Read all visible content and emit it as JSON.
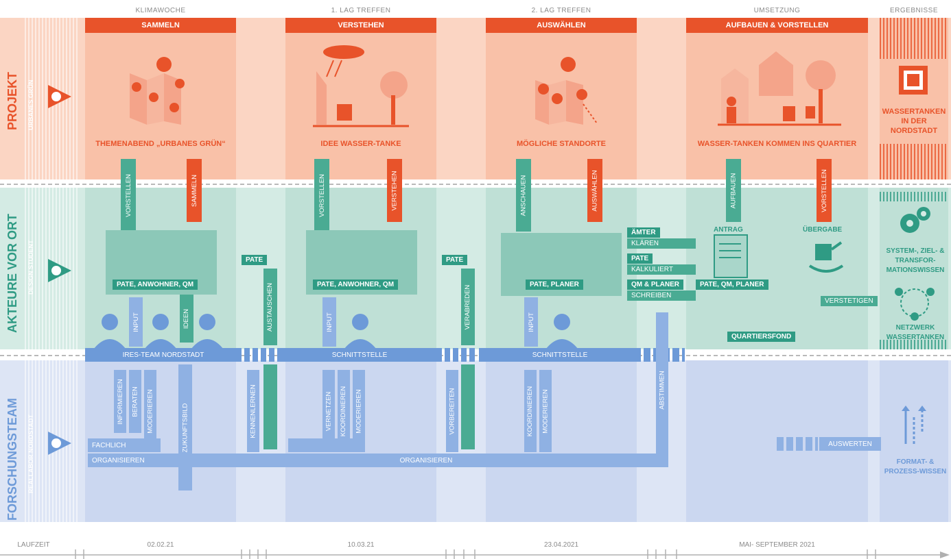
{
  "phases": [
    {
      "header": "KLIMAWOCHE",
      "title": "SAMMELN",
      "outcome": "THEMENABEND „URBANES GRÜN“",
      "date": "02.02.21"
    },
    {
      "header": "1. LAG TREFFEN",
      "title": "VERSTEHEN",
      "outcome": "IDEE WASSER-TANKE",
      "date": "10.03.21"
    },
    {
      "header": "2. LAG TREFFEN",
      "title": "AUSWÄHLEN",
      "outcome": "MÖGLICHE STANDORTE",
      "date": "23.04.2021"
    },
    {
      "header": "UMSETZUNG",
      "title": "AUFBAUEN & VORSTELLEN",
      "outcome": "WASSER-TANKEN KOMMEN INS QUARTIER",
      "date": "MAI- SEPTEMBER 2021"
    }
  ],
  "results_header": "ERGEBNISSE",
  "timeline_label": "LAUFZEIT",
  "rows": {
    "projekt": {
      "title": "PROJEKT",
      "subtitle": "URBANES GRÜN"
    },
    "akteure": {
      "title": "AKTEURE VOR ORT",
      "subtitle": "DESIGN STUDENT"
    },
    "forschung": {
      "title": "FORSCHUNGSTEAM",
      "subtitle": "REALLABOR NORDSTADT"
    }
  },
  "results": {
    "projekt": "WASSERTANKEN IN DER NORDSTADT",
    "akteure_1": "SYSTEM-, ZIEL- & TRANSFOR-MATIONSWISSEN",
    "akteure_2": "NETZWERK WASSERTANKEN",
    "forschung": "FORMAT- & PROZESS-WISSEN"
  },
  "arrows": {
    "vorstellen": "VORSTELLEN",
    "sammeln": "SAMMELN",
    "verstehen": "VERSTEHEN",
    "anschauen": "ANSCHAUEN",
    "auswaehlen": "AUSWÄHLEN",
    "aufbauen": "AUFBAUEN",
    "input": "INPUT",
    "ideen": "IDEEN",
    "austauschen": "AUSTAUSCHEN",
    "verabreden": "VERABREDEN",
    "informieren": "INFORMIEREN",
    "beraten": "BERATEN",
    "moderieren": "MODERIEREN",
    "zukunftsbild": "ZUKUNFTSBILD",
    "kennenlernen": "KENNENLERNEN",
    "vernetzen": "VERNETZEN",
    "koordinieren": "KOORDINIEREN",
    "vorbereiten": "VORBEREITEN",
    "abstimmen": "ABSTIMMEN"
  },
  "groups": {
    "pate_anwohner_qm": "PATE, ANWOHNER, QM",
    "pate_planer": "PATE, PLANER",
    "pate_qm_planer": "PATE, QM, PLANER",
    "quartiersfond": "QUARTIERSFOND",
    "pate": "PATE",
    "antrag": "ANTRAG",
    "uebergabe": "ÜBERGABE",
    "verstetigen": "VERSTETIGEN"
  },
  "tasks": {
    "aemter": "ÄMTER",
    "klaeren": "KLÄREN",
    "pate": "PATE",
    "kalkuliert": "KALKULIERT",
    "qm_planer": "QM & PLANER",
    "schreiben": "SCHREIBEN"
  },
  "bars": {
    "ires_team": "IRES-TEAM NORDSTADT",
    "schnittstelle": "SCHNITTSTELLE",
    "fachlich": "FACHLICH",
    "organisieren": "ORGANISIEREN",
    "auswerten": "AUSWERTEN"
  },
  "colors": {
    "orange": "#e8532a",
    "green": "#2f9b84",
    "blue": "#6d9ad8",
    "lightblue": "#8fb1e3"
  }
}
